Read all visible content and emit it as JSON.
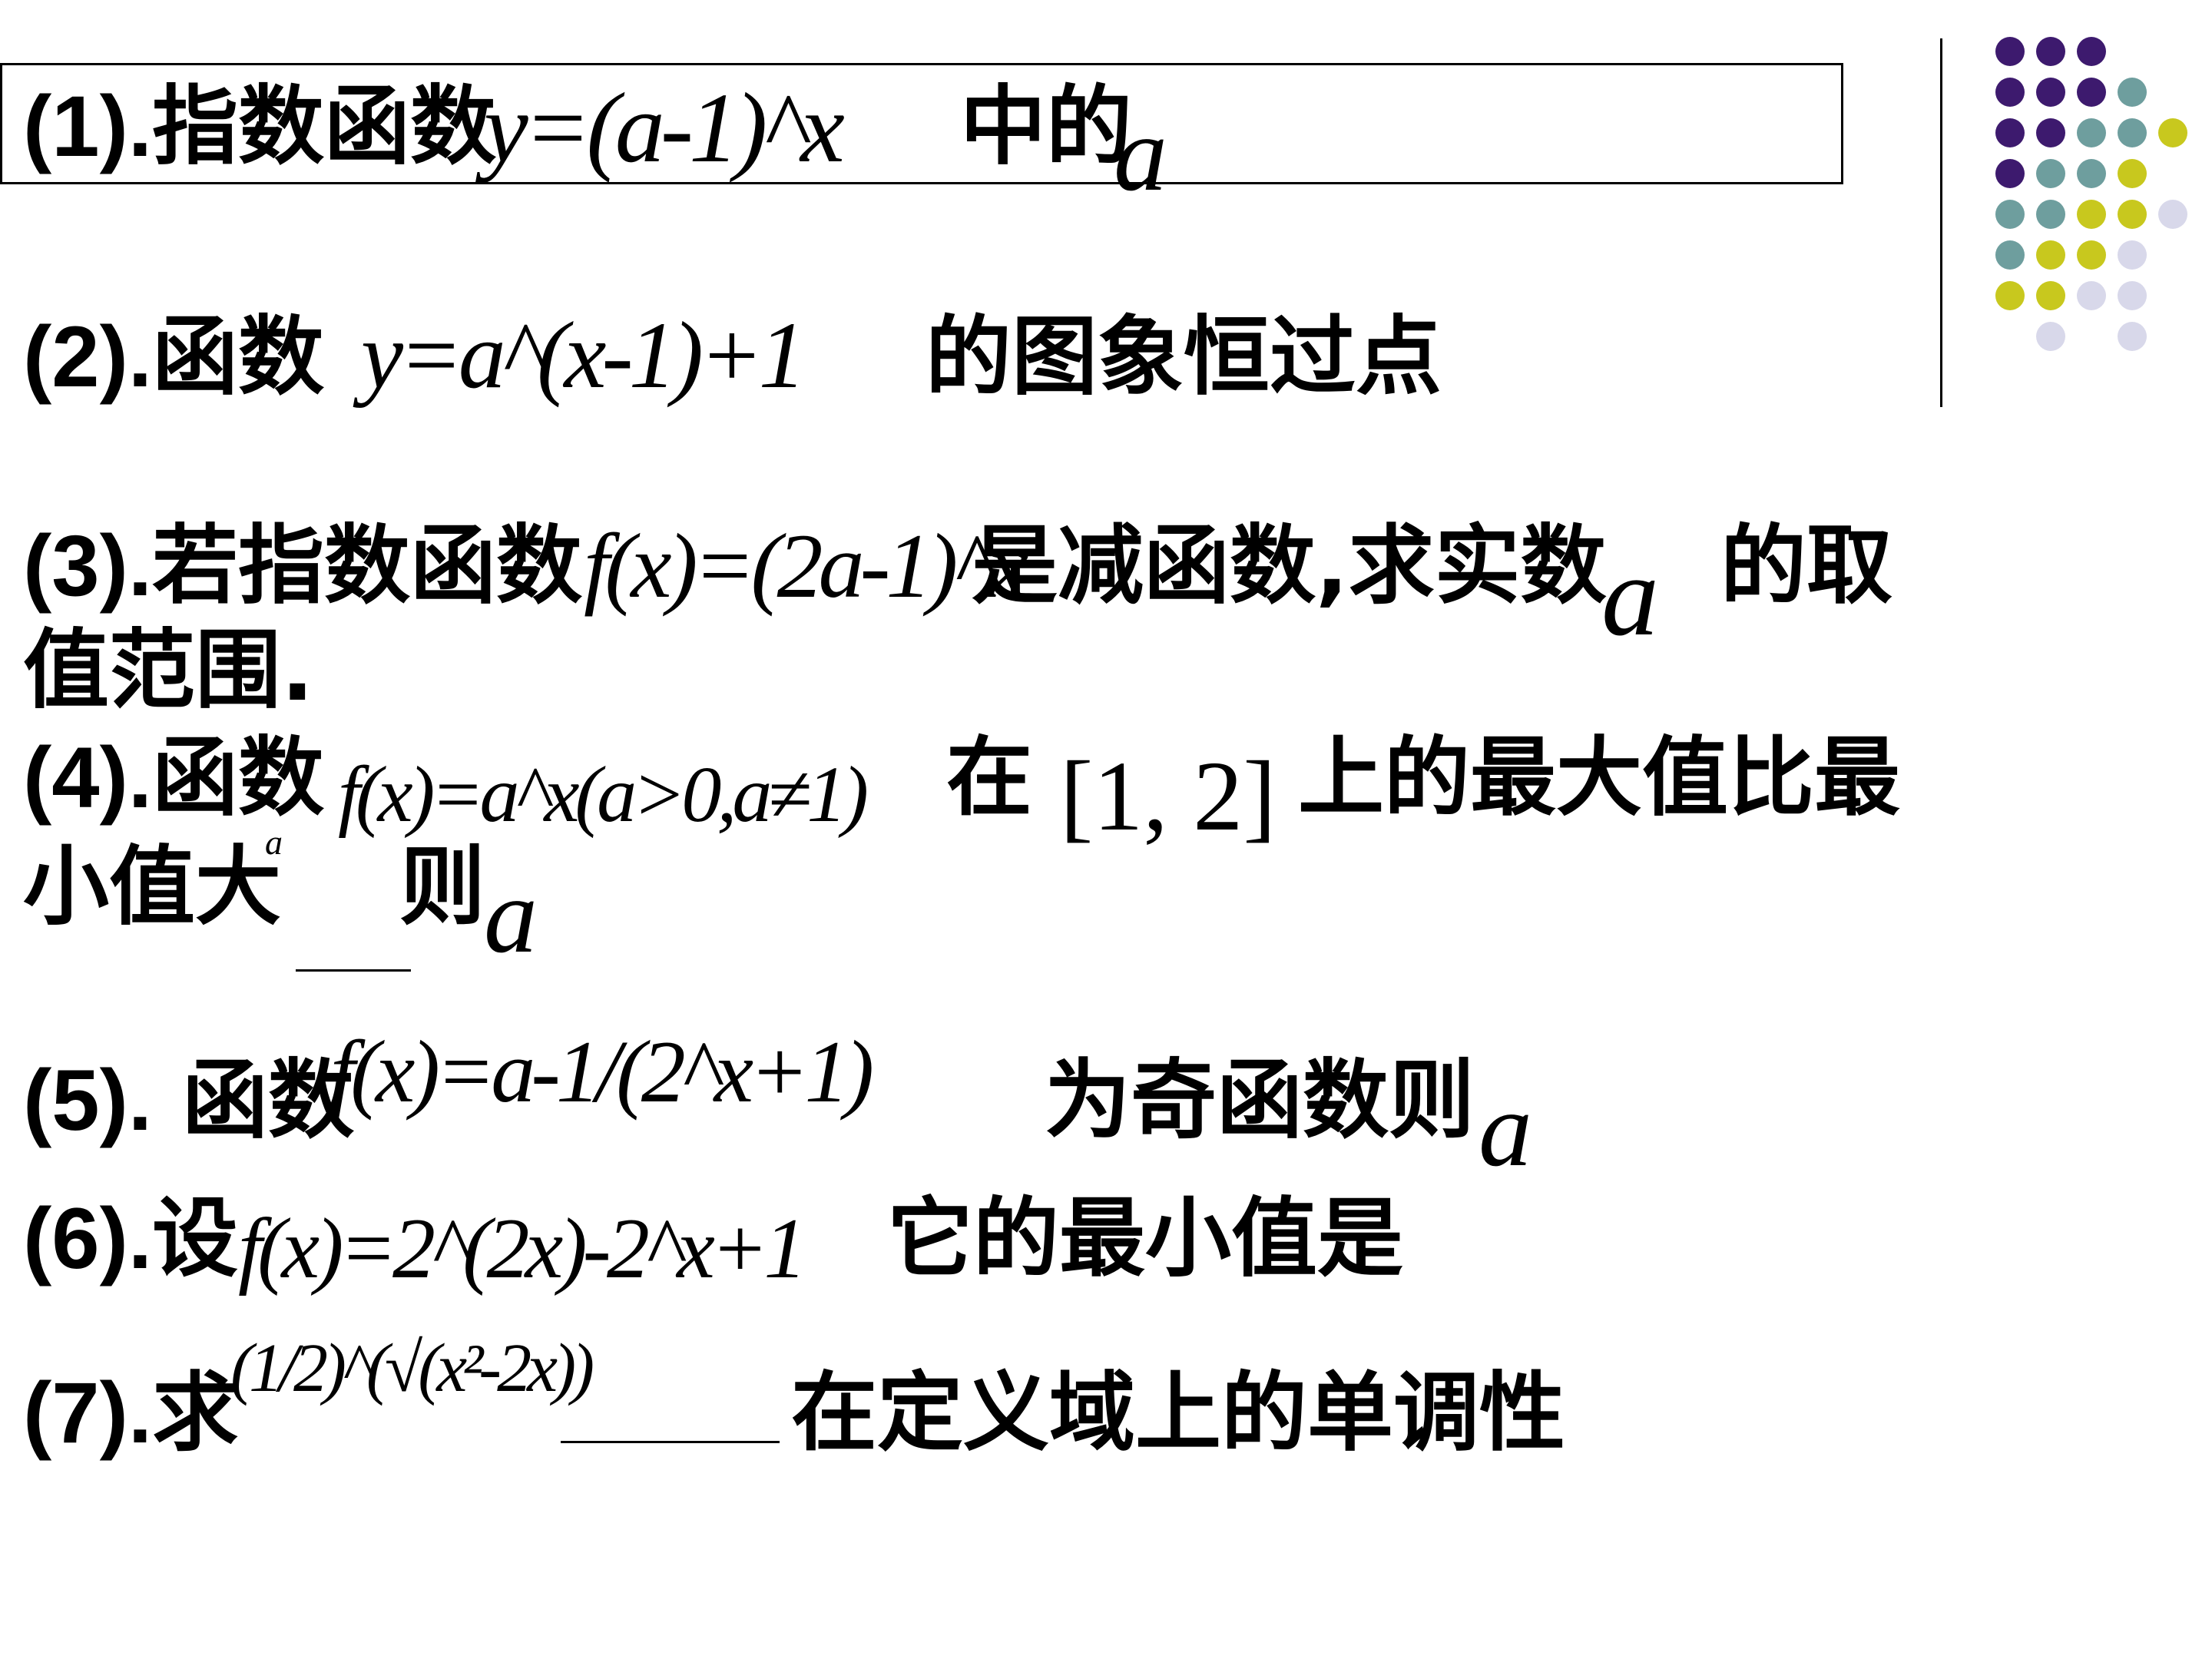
{
  "colors": {
    "purple": "#3d1a6e",
    "teal": "#6e9e9e",
    "olive": "#c8c81e",
    "lavender": "#d8d8ea"
  },
  "items": [
    {
      "num": "(1).",
      "text1": "指数函数",
      "text2": "中的",
      "math1": "y=(a-1)^x",
      "math2": "a"
    },
    {
      "num": "(2).",
      "text1": "函数",
      "text2": "的图象恒过点",
      "math1": "y=a^(x-1)+1"
    },
    {
      "num": "(3).",
      "text1": "若指数函数",
      "text2": "是减函数,求实数",
      "text3": "的取",
      "line2": "值范围.",
      "math1": "f(x)=(2a-1)^x",
      "math2": "a"
    },
    {
      "num": "(4).",
      "text1": "函数",
      "text2": "在",
      "text3": "上的最大值比最",
      "line2a": "小值大",
      "line2b": "则",
      "math1": "f(x)=a^x(a>0,a≠1)",
      "math2": "[1, 2]",
      "math3": "a",
      "math4": "a"
    },
    {
      "num": "(5).",
      "text1": " 函数",
      "text2": "为奇函数则",
      "math1": "f(x)=a-1/(2^x+1)",
      "math2": "a"
    },
    {
      "num": "(6).",
      "text1": "设",
      "text2": "它的最小值是",
      "math1": "f(x)=2^(2x)-2^x+1"
    },
    {
      "num": "(7).",
      "text1": "求",
      "text2": "在定义域上的单调性",
      "math1": "(1/2)^(√(x²-2x))"
    }
  ]
}
